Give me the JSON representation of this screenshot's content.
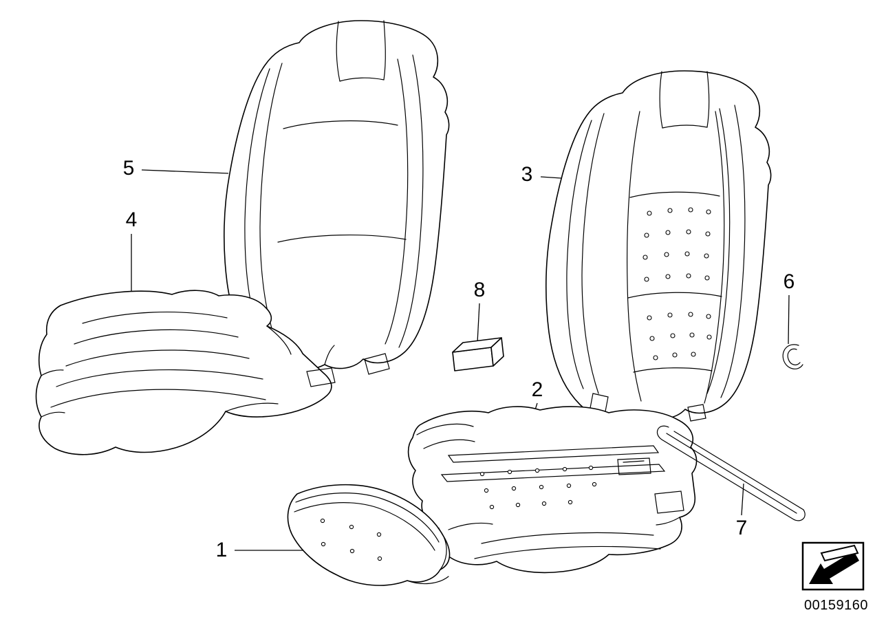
{
  "diagram": {
    "doc_number": "00159160",
    "callout_labels": [
      "1",
      "2",
      "3",
      "4",
      "5",
      "6",
      "7",
      "8"
    ],
    "icons": {
      "direction_arrow": "arrow-down-left-icon"
    },
    "colors": {
      "line": "#000000",
      "background": "#ffffff",
      "arrow_fill": "#000000"
    }
  }
}
